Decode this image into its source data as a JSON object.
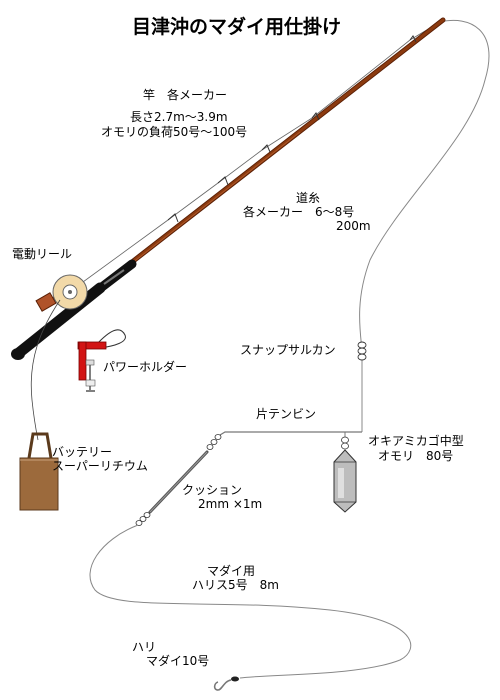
{
  "title": "目津沖のマダイ用仕掛け",
  "rod": {
    "line1": "竿　各メーカー",
    "line2": "長さ2.7m～3.9m",
    "line3": "オモリの負荷50号～100号"
  },
  "main_line": {
    "line1": "道糸",
    "line2": "各メーカー　6～8号",
    "line3": "200m"
  },
  "reel": {
    "label": "電動リール"
  },
  "snap_swivel": {
    "label": "スナップサルカン"
  },
  "power_holder": {
    "label": "パワーホルダー"
  },
  "tenbin": {
    "label": "片テンビン"
  },
  "sinker": {
    "line1": "オキアミカゴ中型",
    "line2": "オモリ　80号"
  },
  "battery": {
    "line1": "バッテリー",
    "line2": "スーパーリチウム"
  },
  "cushion": {
    "line1": "クッション",
    "line2": "2mm ×1m"
  },
  "leader": {
    "line1": "マダイ用",
    "line2": "ハリス5号　8m"
  },
  "hook": {
    "line1": "ハリ",
    "line2": "マダイ10号"
  },
  "colors": {
    "rod_brown": "#8B3A0F",
    "reel_cream": "#F2D9A8",
    "holder_red": "#D21414",
    "battery_brown": "#9C6A3C",
    "sinker_gray": "#BDBDBD",
    "grip_black": "#111111"
  }
}
